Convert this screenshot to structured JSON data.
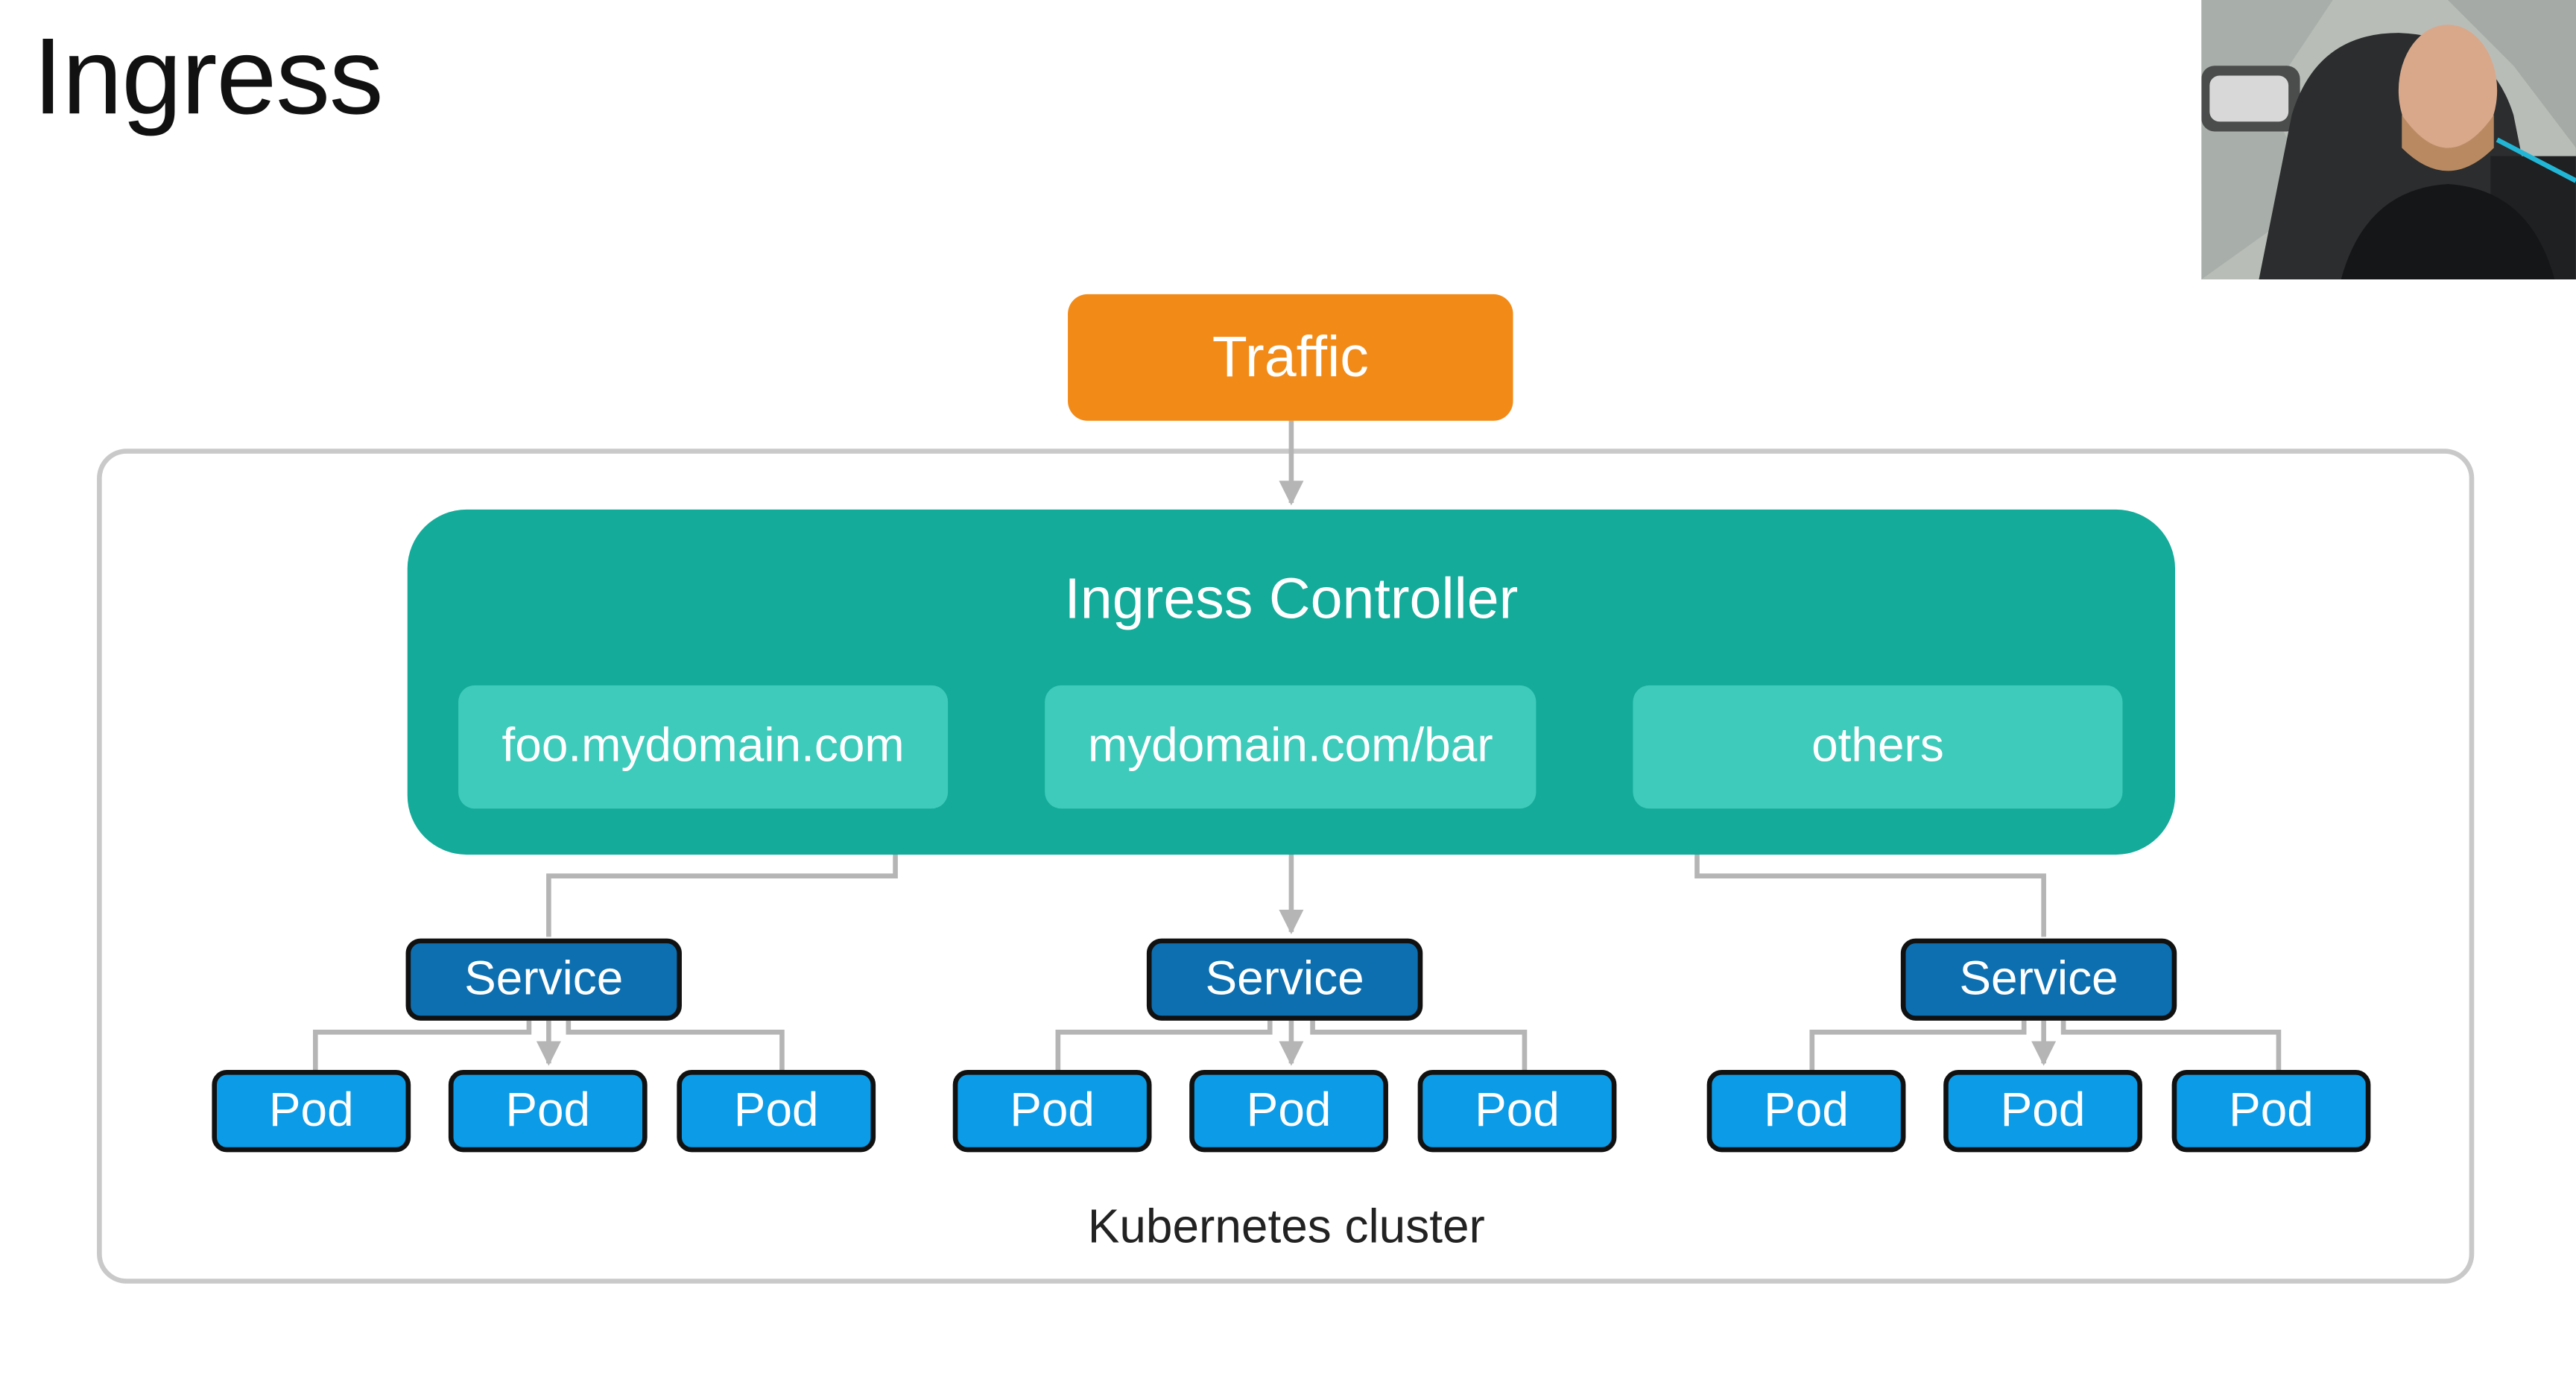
{
  "slide": {
    "title": "Ingress"
  },
  "diagram": {
    "traffic_label": "Traffic",
    "controller_label": "Ingress Controller",
    "rules": [
      "foo.mydomain.com",
      "mydomain.com/bar",
      "others"
    ],
    "service_label": "Service",
    "pod_label": "Pod",
    "cluster_label": "Kubernetes cluster"
  },
  "colors": {
    "traffic": "#f28a17",
    "controller": "#14ab9a",
    "rule": "#3fcbbb",
    "service": "#0d6fb0",
    "pod": "#0c9be6",
    "connector": "#b5b5b5"
  }
}
